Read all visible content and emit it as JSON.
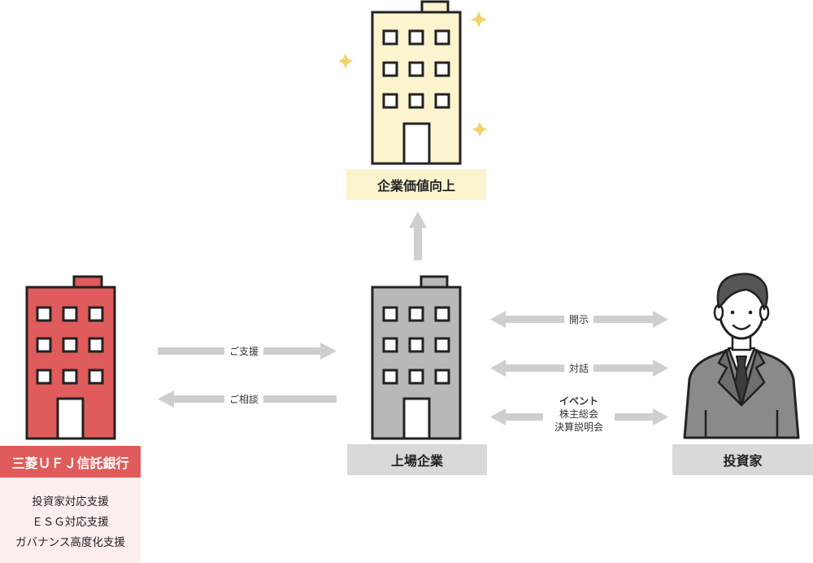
{
  "nodes": {
    "enterprise_value": "企業価値向上",
    "bank": "三菱ＵＦＪ信託銀行",
    "listed_company": "上場企業",
    "investor": "投資家"
  },
  "bank_services": [
    "投資家対応支援",
    "ＥＳＧ対応支援",
    "ガバナンス高度化支援"
  ],
  "arrows": {
    "support": "ご支援",
    "consult": "ご相談",
    "disclosure": "開示",
    "dialogue": "対話",
    "events": [
      "イベント",
      "株主総会",
      "決算説明会"
    ]
  },
  "colors": {
    "bank_red": "#e05b5b",
    "gold_building": "#fcf3cf",
    "gray_building": "#b8b8b8",
    "label_gray": "#d9d9d9",
    "arrow_gray": "#cfcfcf"
  }
}
